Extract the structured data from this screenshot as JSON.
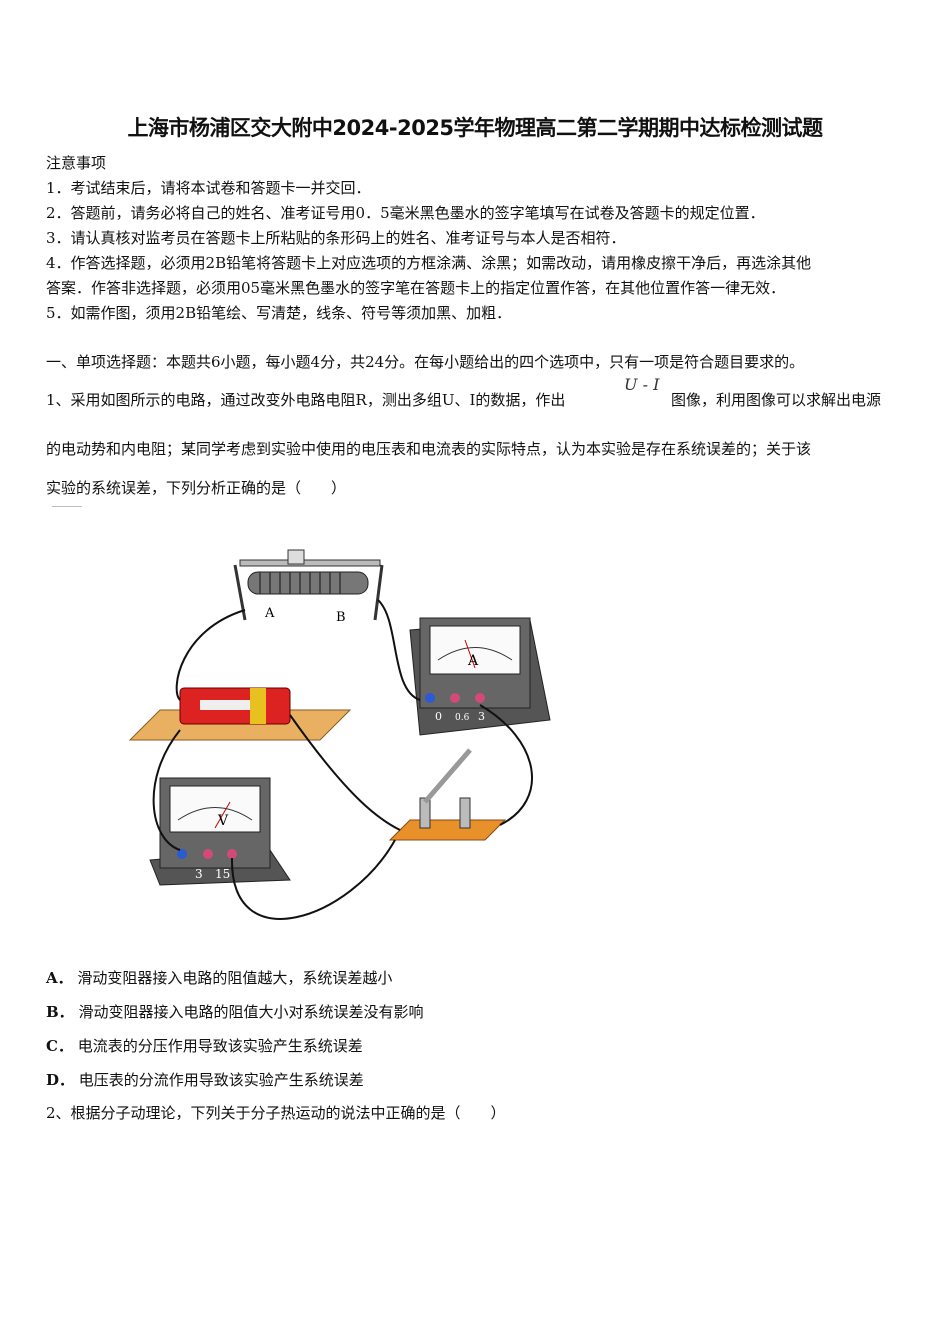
{
  "title": "上海市杨浦区交大附中2024-2025学年物理高二第二学期期中达标检测试题",
  "notice": {
    "heading": "注意事项",
    "items": [
      "1．考试结束后，请将本试卷和答题卡一并交回．",
      "2．答题前，请务必将自己的姓名、准考证号用0．5毫米黑色墨水的签字笔填写在试卷及答题卡的规定位置．",
      "3．请认真核对监考员在答题卡上所粘贴的条形码上的姓名、准考证号与本人是否相符．",
      "4．作答选择题，必须用2B铅笔将答题卡上对应选项的方框涂满、涂黑；如需改动，请用橡皮擦干净后，再选涂其他",
      "答案．作答非选择题，必须用05毫米黑色墨水的签字笔在答题卡上的指定位置作答，在其他位置作答一律无效．",
      "5．如需作图，须用2B铅笔绘、写清楚，线条、符号等须加黑、加粗．"
    ]
  },
  "section": "一、单项选择题：本题共6小题，每小题4分，共24分。在每小题给出的四个选项中，只有一项是符合题目要求的。",
  "q1": {
    "line1": "1、采用如图所示的电路，通过改变外电路电阻R，测出多组U、I的数据，作出",
    "formula": "U - I",
    "line1_end": "图像，利用图像可以求解出电源",
    "line2": "的电动势和内电阻；某同学考虑到实验中使用的电压表和电流表的实际特点，认为本实验是存在系统误差的；关于该",
    "line3": "实验的系统误差，下列分析正确的是（　　）",
    "figure_labels": {
      "a": "A",
      "b": "B",
      "ammeter": "A",
      "voltmeter": "V",
      "amm_terms": [
        "0",
        "0.6",
        "3"
      ],
      "volt_terms": [
        "3",
        "15"
      ]
    },
    "options": [
      {
        "key": "A．",
        "text": "滑动变阻器接入电路的阻值越大，系统误差越小"
      },
      {
        "key": "B．",
        "text": "滑动变阻器接入电路的阻值大小对系统误差没有影响"
      },
      {
        "key": "C．",
        "text": "电流表的分压作用导致该实验产生系统误差"
      },
      {
        "key": "D．",
        "text": "电压表的分流作用导致该实验产生系统误差"
      }
    ]
  },
  "q2": {
    "line1": "2、根据分子动理论，下列关于分子热运动的说法中正确的是（　　）"
  }
}
